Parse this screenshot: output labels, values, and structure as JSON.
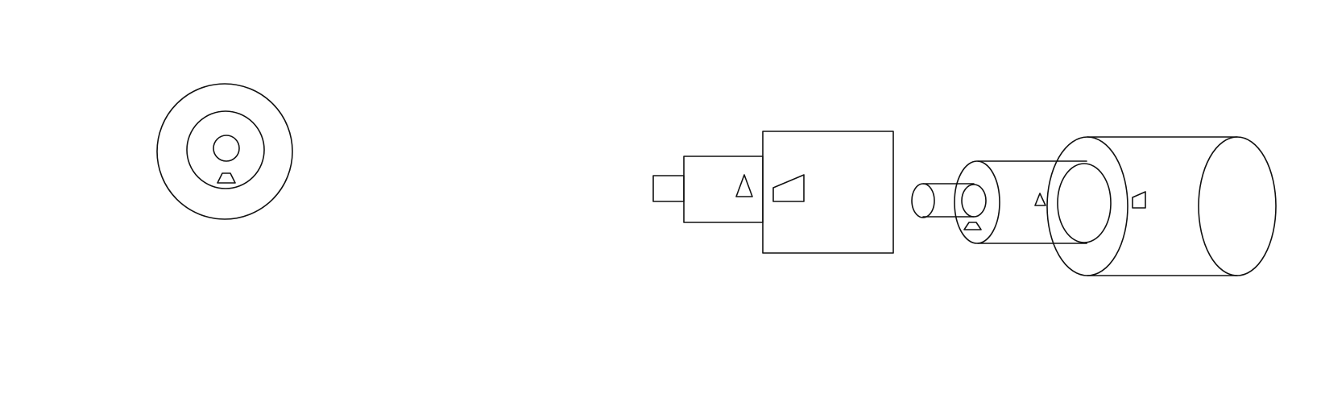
{
  "canvas": {
    "background": "#ffffff",
    "stroke": "#111111"
  },
  "views": [
    {
      "name": "front-view",
      "parts": [
        "outer-ring",
        "middle-ring",
        "center-hole",
        "trapezoid-key"
      ]
    },
    {
      "name": "side-view",
      "parts": [
        "small-shaft",
        "middle-step",
        "large-body",
        "triangle-mark",
        "slanted-mark"
      ]
    },
    {
      "name": "isometric-view",
      "parts": [
        "small-cylinder",
        "middle-cylinder",
        "large-cylinder",
        "trapezoid-mark",
        "triangle-mark",
        "slanted-mark"
      ]
    }
  ]
}
